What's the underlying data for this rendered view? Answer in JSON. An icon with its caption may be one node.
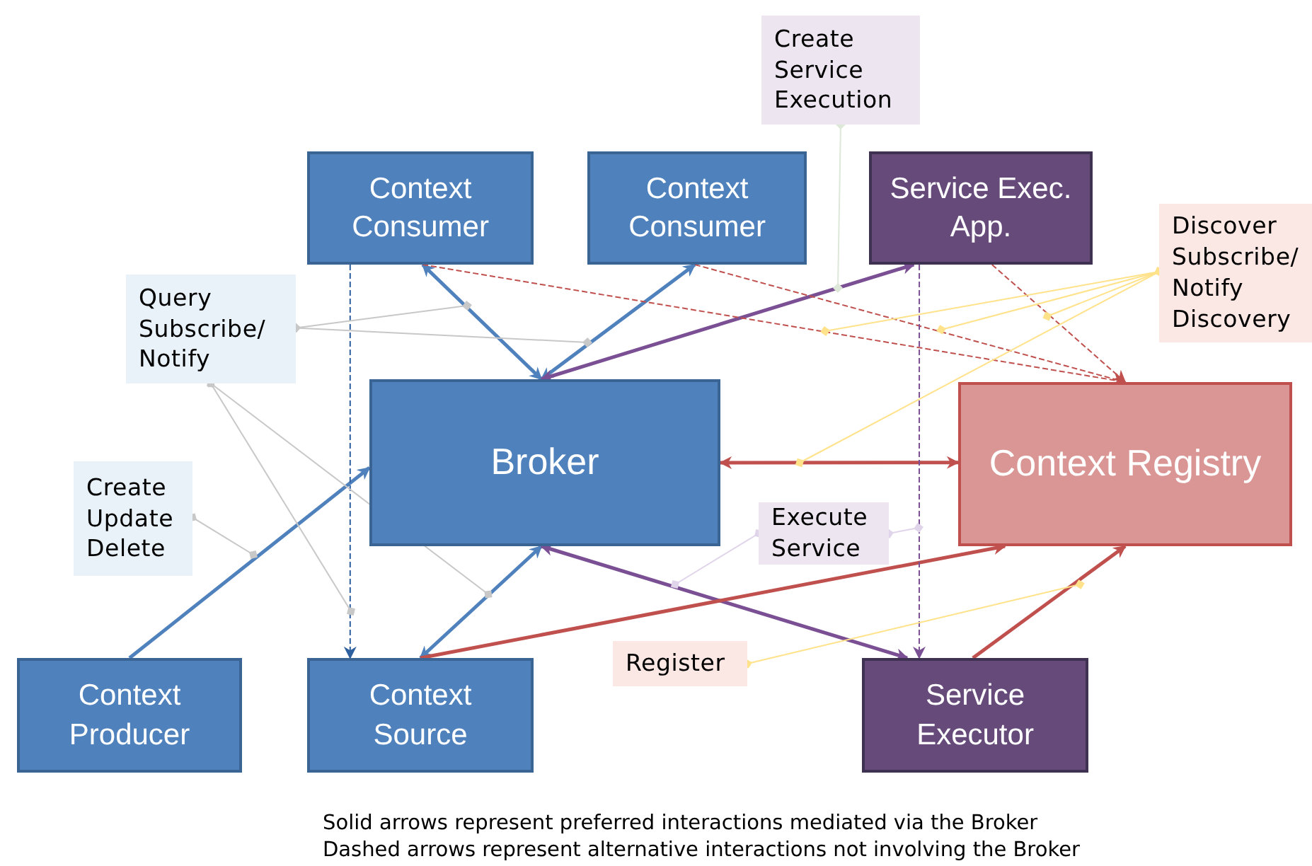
{
  "diagram": {
    "nodes": [
      {
        "text": [
          "Context Consumer"
        ]
      },
      {
        "text": [
          "Context Consumer"
        ]
      },
      {
        "text": [
          "Service Exec. App."
        ]
      },
      {
        "text": [
          "Broker"
        ]
      },
      {
        "text": [
          "Context Registry"
        ]
      },
      {
        "text": [
          "Context Producer"
        ]
      },
      {
        "text": [
          "Context Source"
        ]
      },
      {
        "text": [
          "Service Executor"
        ]
      },
      {
        "text": [
          "Create Service Execution"
        ]
      },
      {
        "text": [
          "Query Subscribe/ Notify"
        ]
      },
      {
        "text": [
          "Discover Subscribe/ Notify Discovery"
        ]
      },
      {
        "text": [
          "Create Update Delete"
        ]
      },
      {
        "text": [
          "Execute Service"
        ]
      },
      {
        "text": [
          "Register"
        ]
      }
    ],
    "edges": [
      {
        "from": 0,
        "to": 3,
        "arrow": "both",
        "style": "thick",
        "color": "#4f81bd"
      },
      {
        "from": 1,
        "to": 3,
        "arrow": "both",
        "style": "thick",
        "color": "#4f81bd"
      },
      {
        "from": 3,
        "to": 2,
        "arrow": "both",
        "style": "thick",
        "color": "#7a4f94"
      },
      {
        "from": 5,
        "to": 3,
        "arrow": "to",
        "style": "thick",
        "color": "#4f81bd"
      },
      {
        "from": 6,
        "to": 3,
        "arrow": "both",
        "style": "thick",
        "color": "#4f81bd"
      },
      {
        "from": 3,
        "to": 7,
        "arrow": "both",
        "style": "thick",
        "color": "#7a4f94"
      },
      {
        "from": 3,
        "to": 4,
        "arrow": "both",
        "style": "thick",
        "color": "#c0504d"
      },
      {
        "from": 6,
        "to": 4,
        "arrow": "to",
        "style": "thick",
        "color": "#c0504d"
      },
      {
        "from": 7,
        "to": 4,
        "arrow": "to",
        "style": "thick",
        "color": "#c0504d"
      },
      {
        "from": 0,
        "to": 6,
        "arrow": "to",
        "style": "dashed",
        "color": "#2e5f9e"
      },
      {
        "from": 0,
        "to": 4,
        "arrow": "to",
        "style": "dashed",
        "color": "#c0504d"
      },
      {
        "from": 1,
        "to": 4,
        "arrow": "to",
        "style": "dashed",
        "color": "#c0504d"
      },
      {
        "from": 2,
        "to": 4,
        "arrow": "to",
        "style": "dashed",
        "color": "#c0504d"
      },
      {
        "from": 2,
        "to": 7,
        "arrow": "to",
        "style": "dashed",
        "color": "#7a4f94"
      },
      {
        "from": 8,
        "to": null,
        "arrow": "other",
        "color": "#dde8d8"
      },
      {
        "from": 9,
        "to": null,
        "arrow": "other",
        "color": "#c8c8c8"
      },
      {
        "from": 9,
        "to": null,
        "arrow": "other",
        "color": "#c8c8c8"
      },
      {
        "from": 9,
        "to": null,
        "arrow": "other",
        "color": "#c8c8c8"
      },
      {
        "from": 9,
        "to": null,
        "arrow": "other",
        "color": "#c8c8c8"
      },
      {
        "from": 10,
        "to": null,
        "arrow": "other",
        "color": "#ffe28a"
      },
      {
        "from": 10,
        "to": null,
        "arrow": "other",
        "color": "#ffe28a"
      },
      {
        "from": 10,
        "to": null,
        "arrow": "other",
        "color": "#ffe28a"
      },
      {
        "from": 10,
        "to": null,
        "arrow": "other",
        "color": "#ffe28a"
      },
      {
        "from": 11,
        "to": null,
        "arrow": "other",
        "color": "#c8c8c8"
      },
      {
        "from": 12,
        "to": null,
        "arrow": "other",
        "color": "#e0d4ea"
      },
      {
        "from": 12,
        "to": null,
        "arrow": "other",
        "color": "#e0d4ea"
      },
      {
        "from": 13,
        "to": null,
        "arrow": "other",
        "color": "#ffe28a"
      }
    ],
    "labels": [
      "Solid arrows represent preferred interactions mediated via the Broker",
      "Dashed arrows represent alternative interactions not involving the Broker"
    ]
  }
}
